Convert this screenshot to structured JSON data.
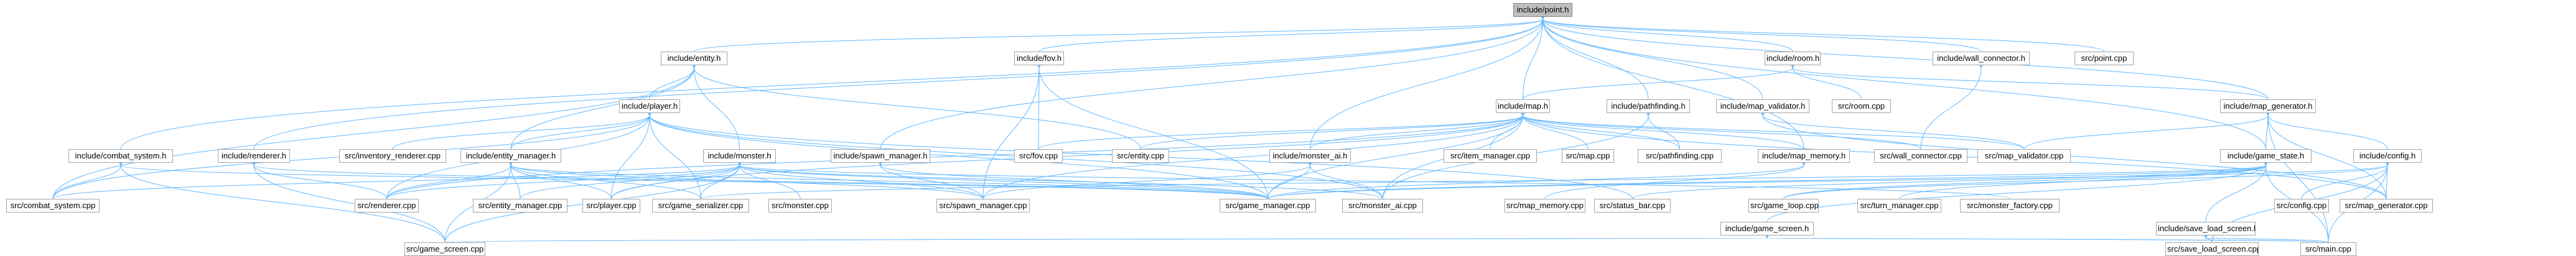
{
  "colors": {
    "edge": "#63b8ff",
    "node_border": "#a5a5a5",
    "node_fill": "#ffffff",
    "root_fill": "#bfbfbf",
    "root_border": "#808080"
  },
  "diagram": {
    "root": "point",
    "nodes": [
      {
        "id": "point",
        "label": "include/point.h"
      },
      {
        "id": "entity_h",
        "label": "include/entity.h"
      },
      {
        "id": "fov_h",
        "label": "include/fov.h"
      },
      {
        "id": "room_h",
        "label": "include/room.h"
      },
      {
        "id": "wallconn_h",
        "label": "include/wall_connector.h"
      },
      {
        "id": "point_cpp",
        "label": "src/point.cpp"
      },
      {
        "id": "player_h",
        "label": "include/player.h"
      },
      {
        "id": "map_h",
        "label": "include/map.h"
      },
      {
        "id": "pathfinding_h",
        "label": "include/pathfinding.h"
      },
      {
        "id": "mapvalidator_h",
        "label": "include/map_validator.h"
      },
      {
        "id": "room_cpp",
        "label": "src/room.cpp"
      },
      {
        "id": "mapgen_h",
        "label": "include/map_generator.h"
      },
      {
        "id": "combat_h",
        "label": "include/combat_system.h"
      },
      {
        "id": "renderer_h",
        "label": "include/renderer.h"
      },
      {
        "id": "invrenderer_cpp",
        "label": "src/inventory_renderer.cpp"
      },
      {
        "id": "entitymgr_h",
        "label": "include/entity_manager.h"
      },
      {
        "id": "monster_h",
        "label": "include/monster.h"
      },
      {
        "id": "spawnmgr_h",
        "label": "include/spawn_manager.h"
      },
      {
        "id": "fov_cpp",
        "label": "src/fov.cpp"
      },
      {
        "id": "entity_cpp",
        "label": "src/entity.cpp"
      },
      {
        "id": "monsterai_h",
        "label": "include/monster_ai.h"
      },
      {
        "id": "itemmgr_cpp",
        "label": "src/item_manager.cpp"
      },
      {
        "id": "map_cpp",
        "label": "src/map.cpp"
      },
      {
        "id": "pathfinding_cpp",
        "label": "src/pathfinding.cpp"
      },
      {
        "id": "mapmemory_h",
        "label": "include/map_memory.h"
      },
      {
        "id": "wallconn_cpp",
        "label": "src/wall_connector.cpp"
      },
      {
        "id": "mapvalidator_cpp",
        "label": "src/map_validator.cpp"
      },
      {
        "id": "gamestate_h",
        "label": "include/game_state.h"
      },
      {
        "id": "config_h",
        "label": "include/config.h"
      },
      {
        "id": "combat_cpp",
        "label": "src/combat_system.cpp"
      },
      {
        "id": "renderer_cpp",
        "label": "src/renderer.cpp"
      },
      {
        "id": "entitymgr_cpp",
        "label": "src/entity_manager.cpp"
      },
      {
        "id": "player_cpp",
        "label": "src/player.cpp"
      },
      {
        "id": "gameserializer_cpp",
        "label": "src/game_serializer.cpp"
      },
      {
        "id": "monster_cpp",
        "label": "src/monster.cpp"
      },
      {
        "id": "spawnmgr_cpp",
        "label": "src/spawn_manager.cpp"
      },
      {
        "id": "gamemgr_cpp",
        "label": "src/game_manager.cpp"
      },
      {
        "id": "monsterai_cpp",
        "label": "src/monster_ai.cpp"
      },
      {
        "id": "mapmemory_cpp",
        "label": "src/map_memory.cpp"
      },
      {
        "id": "statusbar_cpp",
        "label": "src/status_bar.cpp"
      },
      {
        "id": "gameloop_cpp",
        "label": "src/game_loop.cpp"
      },
      {
        "id": "turnmgr_cpp",
        "label": "src/turn_manager.cpp"
      },
      {
        "id": "monsterfactory_cpp",
        "label": "src/monster_factory.cpp"
      },
      {
        "id": "config_cpp",
        "label": "src/config.cpp"
      },
      {
        "id": "mapgen_cpp",
        "label": "src/map_generator.cpp"
      },
      {
        "id": "gamescreen_h",
        "label": "include/game_screen.h"
      },
      {
        "id": "saveload_h",
        "label": "include/save_load_screen.h"
      },
      {
        "id": "gamescreen_cpp",
        "label": "src/game_screen.cpp"
      },
      {
        "id": "saveload_cpp",
        "label": "src/save_load_screen.cpp"
      },
      {
        "id": "main_cpp",
        "label": "src/main.cpp"
      }
    ],
    "edges": [
      [
        "point",
        "entity_h"
      ],
      [
        "point",
        "fov_h"
      ],
      [
        "point",
        "room_h"
      ],
      [
        "point",
        "wallconn_h"
      ],
      [
        "point",
        "point_cpp"
      ],
      [
        "point",
        "map_h"
      ],
      [
        "point",
        "pathfinding_h"
      ],
      [
        "point",
        "mapvalidator_h"
      ],
      [
        "point",
        "mapgen_h"
      ],
      [
        "point",
        "combat_h"
      ],
      [
        "point",
        "renderer_h"
      ],
      [
        "point",
        "spawnmgr_h"
      ],
      [
        "point",
        "monsterai_h"
      ],
      [
        "point",
        "mapmemory_h"
      ],
      [
        "point",
        "gamestate_h"
      ],
      [
        "entity_h",
        "player_h"
      ],
      [
        "entity_h",
        "monster_h"
      ],
      [
        "entity_h",
        "entitymgr_h"
      ],
      [
        "entity_h",
        "entity_cpp"
      ],
      [
        "entity_h",
        "combat_cpp"
      ],
      [
        "fov_h",
        "fov_cpp"
      ],
      [
        "fov_h",
        "spawnmgr_cpp"
      ],
      [
        "fov_h",
        "gamemgr_cpp"
      ],
      [
        "room_h",
        "map_h"
      ],
      [
        "room_h",
        "room_cpp"
      ],
      [
        "room_h",
        "mapgen_h"
      ],
      [
        "wallconn_h",
        "wallconn_cpp"
      ],
      [
        "player_h",
        "invrenderer_cpp"
      ],
      [
        "player_h",
        "entitymgr_h"
      ],
      [
        "player_h",
        "combat_cpp"
      ],
      [
        "player_h",
        "renderer_cpp"
      ],
      [
        "player_h",
        "player_cpp"
      ],
      [
        "player_h",
        "gameserializer_cpp"
      ],
      [
        "player_h",
        "gamemgr_cpp"
      ],
      [
        "player_h",
        "monsterai_cpp"
      ],
      [
        "player_h",
        "statusbar_cpp"
      ],
      [
        "map_h",
        "itemmgr_cpp"
      ],
      [
        "map_h",
        "map_cpp"
      ],
      [
        "map_h",
        "pathfinding_cpp"
      ],
      [
        "map_h",
        "mapmemory_h"
      ],
      [
        "map_h",
        "wallconn_cpp"
      ],
      [
        "map_h",
        "mapvalidator_cpp"
      ],
      [
        "map_h",
        "fov_cpp"
      ],
      [
        "map_h",
        "entity_cpp"
      ],
      [
        "map_h",
        "monsterai_h"
      ],
      [
        "map_h",
        "spawnmgr_cpp"
      ],
      [
        "map_h",
        "gamemgr_cpp"
      ],
      [
        "map_h",
        "monsterai_cpp"
      ],
      [
        "map_h",
        "mapgen_cpp"
      ],
      [
        "map_h",
        "renderer_cpp"
      ],
      [
        "map_h",
        "player_cpp"
      ],
      [
        "pathfinding_h",
        "pathfinding_cpp"
      ],
      [
        "pathfinding_h",
        "monsterai_cpp"
      ],
      [
        "mapvalidator_h",
        "mapvalidator_cpp"
      ],
      [
        "mapvalidator_h",
        "mapgen_cpp"
      ],
      [
        "mapgen_h",
        "gamestate_h"
      ],
      [
        "mapgen_h",
        "config_h"
      ],
      [
        "mapgen_h",
        "mapvalidator_cpp"
      ],
      [
        "mapgen_h",
        "mapgen_cpp"
      ],
      [
        "mapgen_h",
        "main_cpp"
      ],
      [
        "combat_h",
        "combat_cpp"
      ],
      [
        "combat_h",
        "gamescreen_cpp"
      ],
      [
        "combat_h",
        "gamemgr_cpp"
      ],
      [
        "renderer_h",
        "renderer_cpp"
      ],
      [
        "renderer_h",
        "gamescreen_cpp"
      ],
      [
        "renderer_h",
        "gamemgr_cpp"
      ],
      [
        "entitymgr_h",
        "renderer_cpp"
      ],
      [
        "entitymgr_h",
        "entitymgr_cpp"
      ],
      [
        "entitymgr_h",
        "player_cpp"
      ],
      [
        "entitymgr_h",
        "gameserializer_cpp"
      ],
      [
        "entitymgr_h",
        "gamescreen_cpp"
      ],
      [
        "entitymgr_h",
        "gamemgr_cpp"
      ],
      [
        "entitymgr_h",
        "spawnmgr_cpp"
      ],
      [
        "monster_h",
        "monster_cpp"
      ],
      [
        "monster_h",
        "entitymgr_cpp"
      ],
      [
        "monster_h",
        "gameserializer_cpp"
      ],
      [
        "monster_h",
        "spawnmgr_cpp"
      ],
      [
        "monster_h",
        "gamemgr_cpp"
      ],
      [
        "monster_h",
        "monsterai_cpp"
      ],
      [
        "monster_h",
        "monsterfactory_cpp"
      ],
      [
        "monster_h",
        "combat_cpp"
      ],
      [
        "monster_h",
        "renderer_cpp"
      ],
      [
        "monster_h",
        "player_cpp"
      ],
      [
        "monster_h",
        "gamescreen_cpp"
      ],
      [
        "spawnmgr_h",
        "spawnmgr_cpp"
      ],
      [
        "spawnmgr_h",
        "gamemgr_cpp"
      ],
      [
        "monsterai_h",
        "monsterai_cpp"
      ],
      [
        "monsterai_h",
        "gamemgr_cpp"
      ],
      [
        "monsterai_h",
        "spawnmgr_cpp"
      ],
      [
        "mapmemory_h",
        "mapmemory_cpp"
      ],
      [
        "mapmemory_h",
        "gamemgr_cpp"
      ],
      [
        "gamestate_h",
        "gamemgr_cpp"
      ],
      [
        "gamestate_h",
        "gameloop_cpp"
      ],
      [
        "gamestate_h",
        "turnmgr_cpp"
      ],
      [
        "gamestate_h",
        "gamescreen_h"
      ],
      [
        "gamestate_h",
        "saveload_h"
      ],
      [
        "gamestate_h",
        "main_cpp"
      ],
      [
        "gamestate_h",
        "statusbar_cpp"
      ],
      [
        "gamestate_h",
        "gameserializer_cpp"
      ],
      [
        "config_h",
        "config_cpp"
      ],
      [
        "config_h",
        "mapgen_cpp"
      ],
      [
        "config_h",
        "main_cpp"
      ],
      [
        "config_h",
        "gamemgr_cpp"
      ],
      [
        "config_h",
        "saveload_cpp"
      ],
      [
        "config_h",
        "gameloop_cpp"
      ],
      [
        "gamescreen_h",
        "gamescreen_cpp"
      ],
      [
        "gamescreen_h",
        "main_cpp"
      ],
      [
        "saveload_h",
        "saveload_cpp"
      ],
      [
        "saveload_h",
        "main_cpp"
      ]
    ]
  }
}
